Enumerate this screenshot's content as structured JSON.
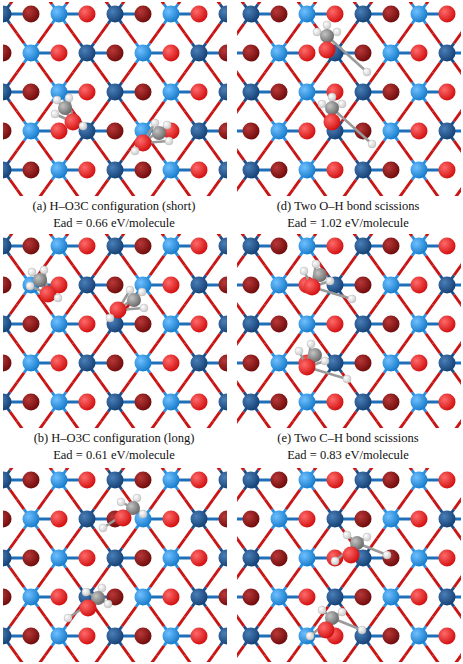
{
  "diagram": {
    "labels": [
      "(a) H–O3C configuration (short)",
      "Ead = 0.66 eV/molecule",
      "(d) Two O–H bond scissions",
      "Ead = 1.02 eV/molecule",
      "(b) H–O3C configuration (long)",
      "Ead = 0.61 eV/molecule",
      "(e) Two C–H bond scissions",
      "Ead = 0.83 eV/molecule"
    ]
  }
}
